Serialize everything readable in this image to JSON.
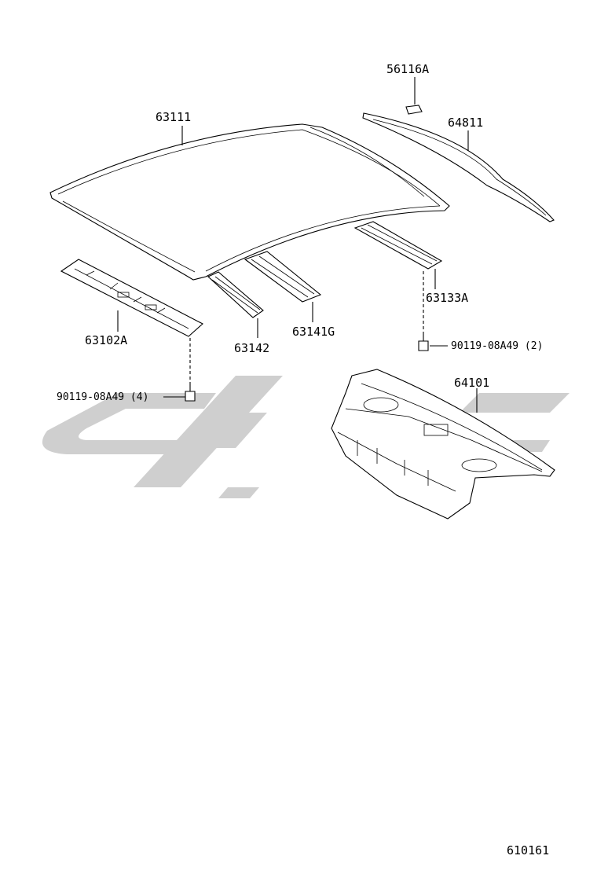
{
  "diagram": {
    "drawing_number": "610161",
    "parts": [
      {
        "id": "roof-panel",
        "number": "63111"
      },
      {
        "id": "stopper",
        "number": "56116A"
      },
      {
        "id": "back-window-glass",
        "number": "64811"
      },
      {
        "id": "front-header-panel",
        "number": "63102A"
      },
      {
        "id": "roof-bow-rear",
        "number": "63142"
      },
      {
        "id": "roof-bow-center",
        "number": "63141G"
      },
      {
        "id": "roof-bow-front",
        "number": "63133A"
      },
      {
        "id": "bolt-right",
        "number": "90119-08A49 (2)"
      },
      {
        "id": "package-tray-panel",
        "number": "64101"
      },
      {
        "id": "bolt-left",
        "number": "90119-08A49 (4)"
      }
    ]
  }
}
